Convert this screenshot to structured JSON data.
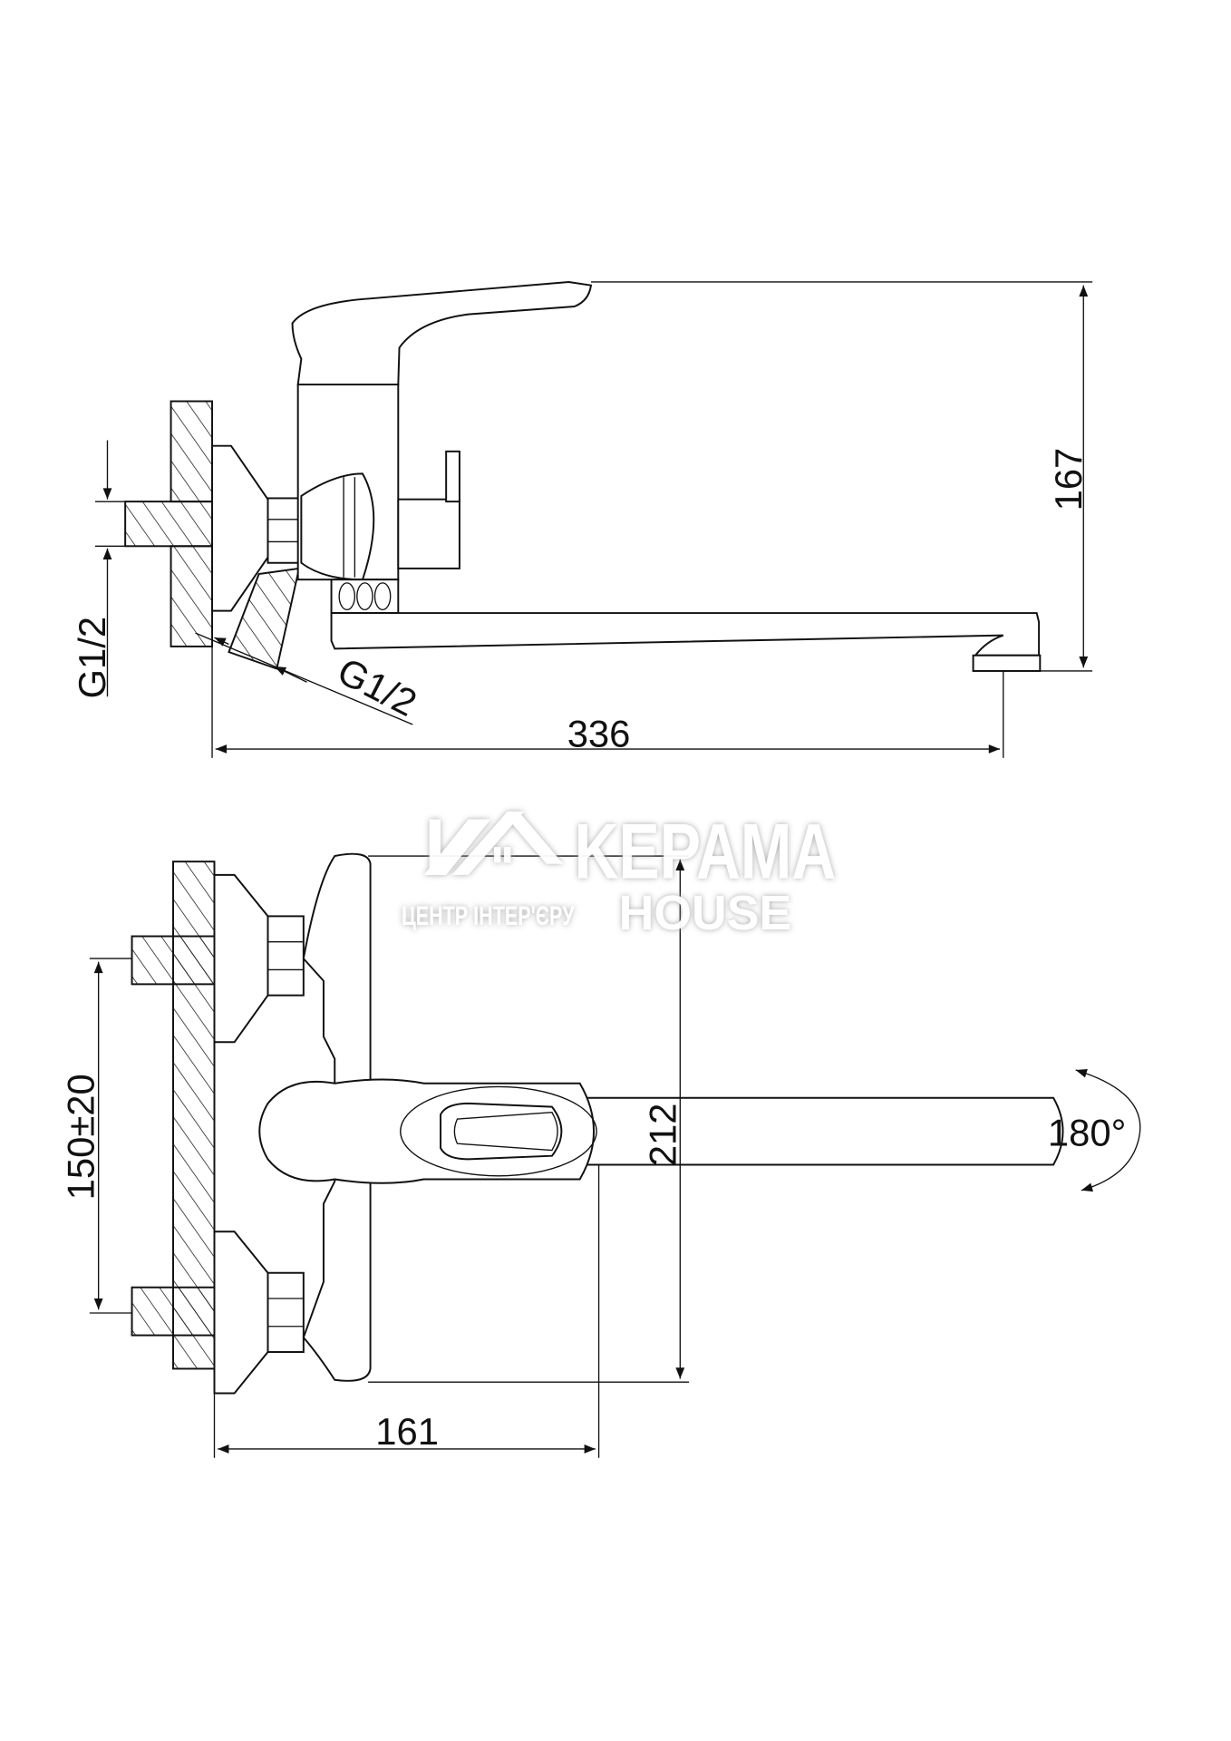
{
  "drawing": {
    "side_view": {
      "height_dim": "167",
      "length_dim": "336",
      "inlet_thread_label": "G1/2",
      "outlet_thread_label": "G1/2"
    },
    "front_view": {
      "height_dim": "212",
      "depth_dim": "161",
      "centers_dim": "150±20",
      "swivel_angle": "180°"
    }
  },
  "watermark": {
    "brand": "KEPAMA",
    "brand_sub": "HOUSE",
    "tagline": "ЦЕНТР ІНТЕР'ЄРУ"
  },
  "colors": {
    "line": "#111111",
    "background": "#ffffff"
  }
}
